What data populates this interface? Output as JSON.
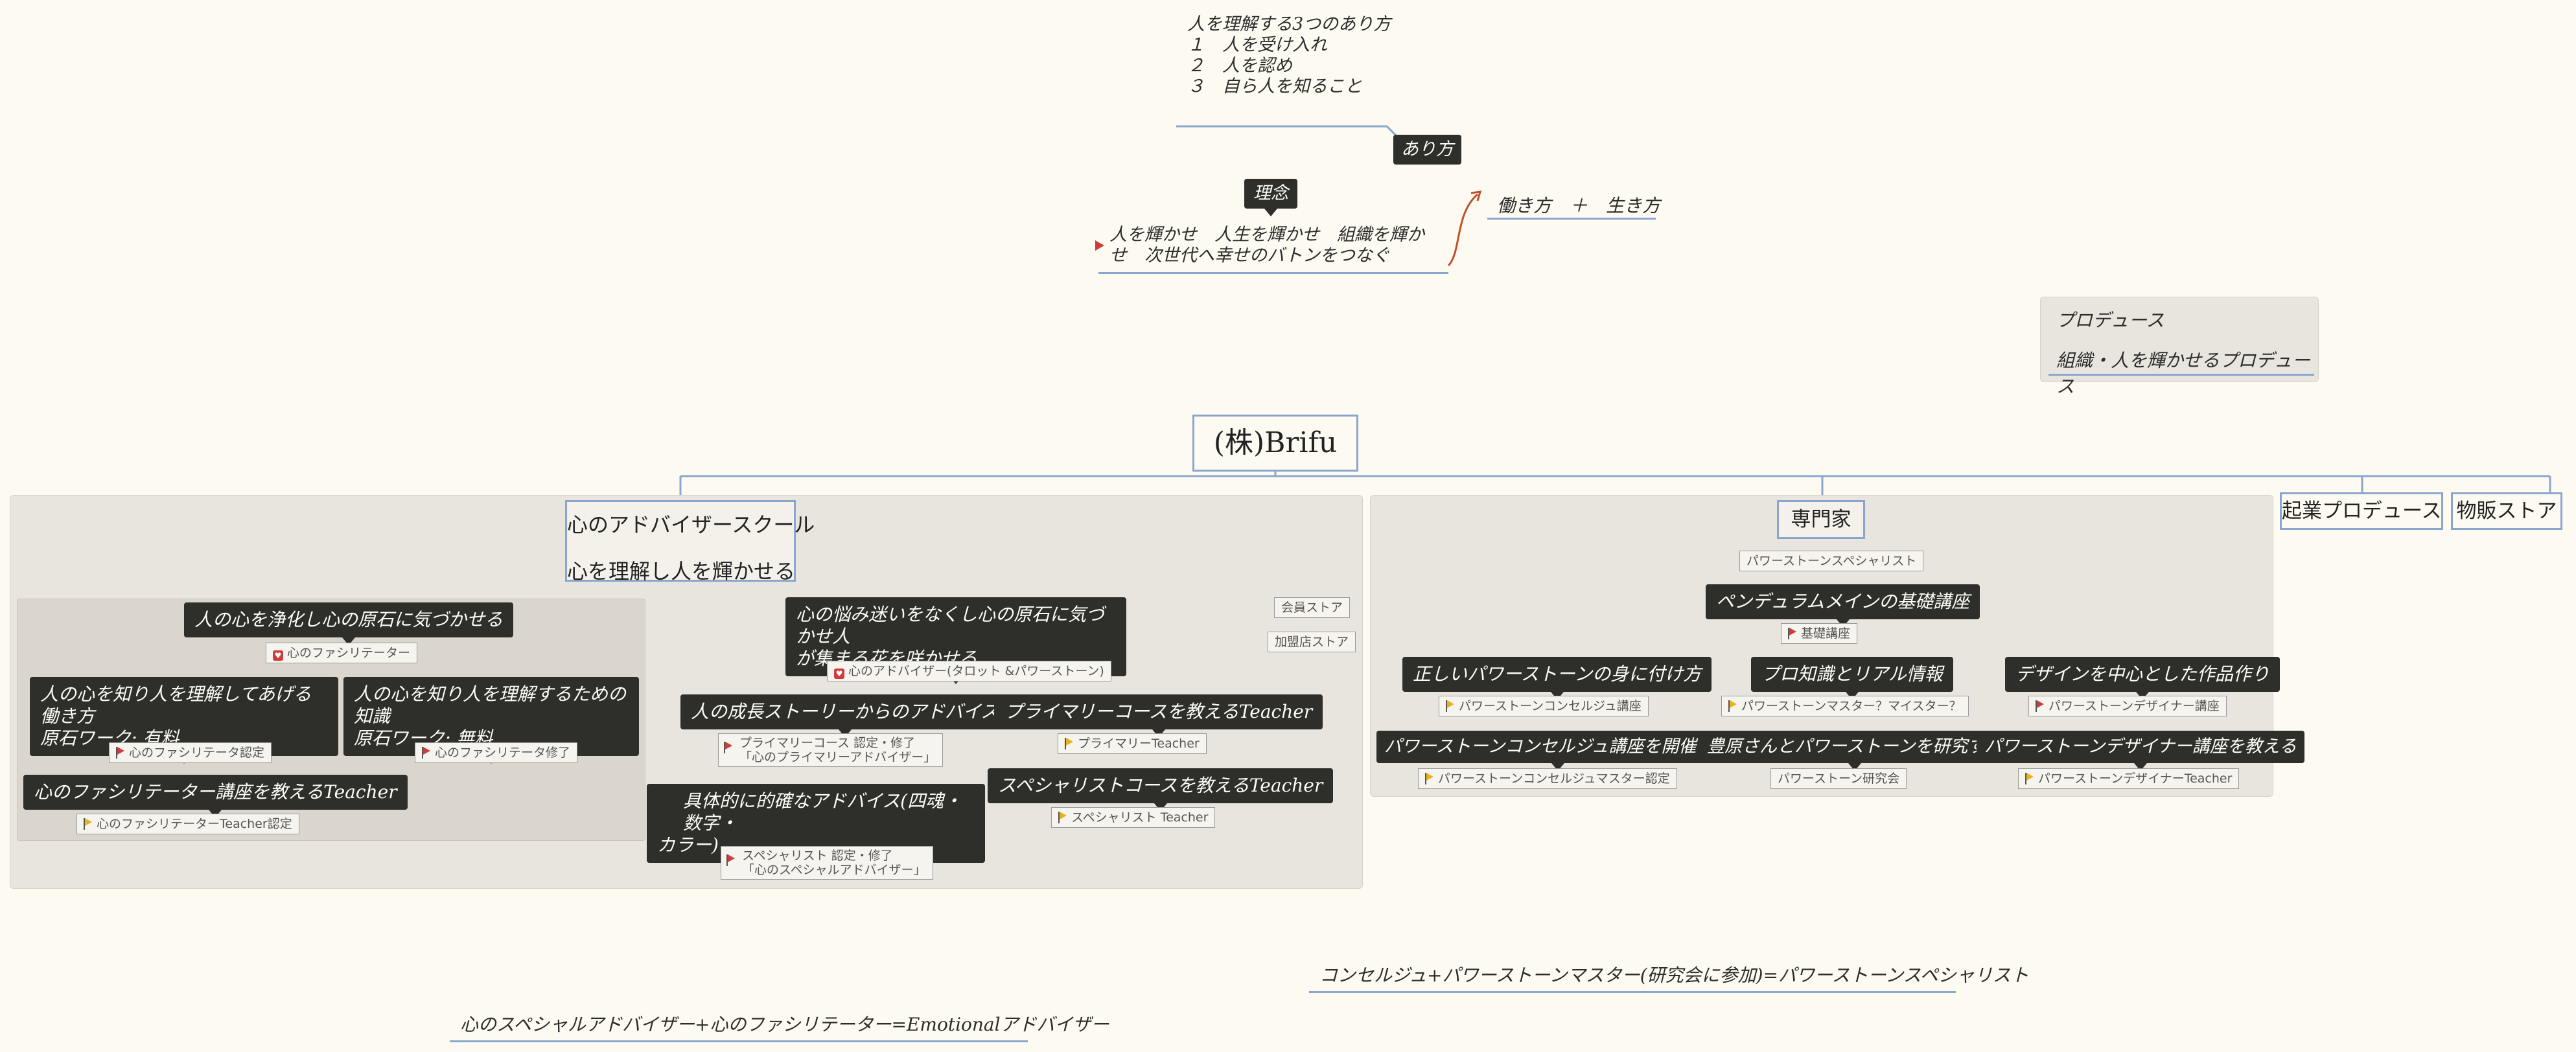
{
  "top_note": {
    "lines": [
      "人を理解する3つのあり方",
      "１　人を受け入れ",
      "２　人を認め",
      "３　自ら人を知ること"
    ],
    "label": "あり方"
  },
  "rinen": {
    "label": "理念",
    "text_line1": "人を輝かせ　人生を輝かせ　組織を輝か",
    "text_line2": "せ　次世代へ幸せのバトンをつなぐ",
    "side": "働き方　＋　生き方"
  },
  "produce": {
    "line1": "プロデュース",
    "line2": "組織・人を輝かせるプロデュース"
  },
  "root": {
    "title": "(株)Brifu"
  },
  "top_branches": {
    "startup": "起業プロデュース",
    "store": "物販ストア"
  },
  "school": {
    "title_line1": "心のアドバイザースクール",
    "title_line2": "心を理解し人を輝かせる",
    "side_tags": [
      "会員ストア",
      "加盟店ストア"
    ],
    "left": {
      "main": "人の心を浄化し心の原石に気づかせる",
      "main_tag": "心のファシリテーター",
      "n1_line1": "人の心を知り人を理解してあげる働き方",
      "n1_line2": "原石ワーク: 有料",
      "n1_tag": "心のファシリテータ認定",
      "n2_line1": "人の心を知り人を理解するための知識",
      "n2_line2": "原石ワーク: 無料",
      "n2_tag": "心のファシリテータ修了",
      "n3": "心のファシリテーター講座を教えるTeacher",
      "n3_tag": "心のファシリテーターTeacher認定"
    },
    "right": {
      "main_line1": "心の悩み迷いをなくし心の原石に気づかせ人",
      "main_line2": "が集まる花を咲かせる",
      "main_tag": "心のアドバイザー(タロット &パワーストーン)",
      "n1": "人の成長ストーリーからのアドバイス",
      "n1_tag_line1": "プライマリーコース 認定・修了",
      "n1_tag_line2": "「心のプライマリーアドバイザー」",
      "n2": "プライマリーコースを教えるTeacher",
      "n2_tag": "プライマリーTeacher",
      "n3_line1": "具体的に的確なアドバイス(四魂・数字・",
      "n3_line2": "カラー)",
      "n3_tag_line1": "スペシャリスト 認定・修了",
      "n3_tag_line2": "「心のスペシャルアドバイザー」",
      "n4": "スペシャリストコースを教えるTeacher",
      "n4_tag": "スペシャリスト Teacher"
    }
  },
  "expert": {
    "title": "専門家",
    "sub_tag": "パワーストーンスペシャリスト",
    "pendulum": "ペンデュラムメインの基礎講座",
    "pendulum_tag": "基礎講座",
    "c1": "正しいパワーストーンの身に付け方",
    "c1_tag": "パワーストーンコンセルジュ講座",
    "c2": "プロ知識とリアル情報",
    "c2_tag": "パワーストーンマスター？マイスター？",
    "c3": "デザインを中心とした作品作り",
    "c3_tag": "パワーストーンデザイナー講座",
    "d1": "パワーストーンコンセルジュ講座を開催する",
    "d1_tag": "パワーストーンコンセルジュマスター認定",
    "d2": "豊原さんとパワーストーンを研究する",
    "d2_tag": "パワーストーン研究会",
    "d3": "パワーストーンデザイナー講座を教える",
    "d3_tag": "パワーストーンデザイナーTeacher"
  },
  "bottom_notes": {
    "right": "コンセルジュ+パワーストーンマスター(研究会に参加)=パワーストーンスペシャリスト",
    "left": "心のスペシャルアドバイザー+心のファシリテーター=Emotionalアドバイザー"
  },
  "colors": {
    "line": "#8aa6cf",
    "dark_node": "#2e2e2a",
    "panel": "#e8e5de",
    "flag_red": "#d23b3b",
    "flag_yellow": "#e8b21e",
    "curve": "#c0522b"
  }
}
